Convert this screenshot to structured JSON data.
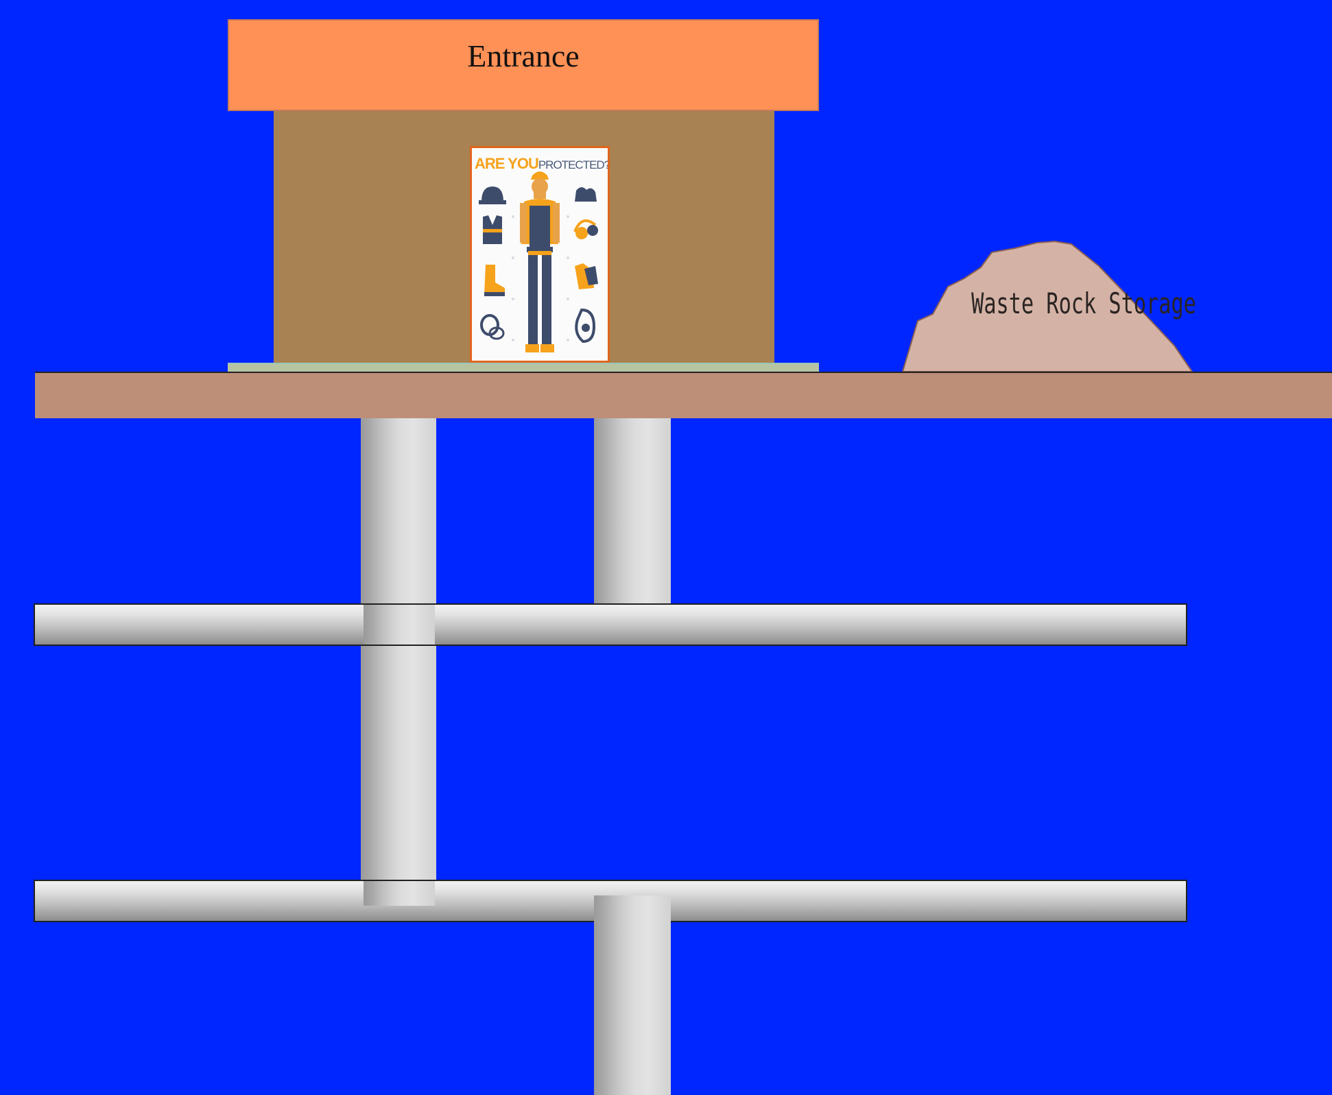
{
  "entrance": {
    "label": "Entrance"
  },
  "poster": {
    "title_highlight": "ARE YOU",
    "title_rest": "PROTECTED?"
  },
  "waste_rock": {
    "label": "Waste Rock Storage"
  },
  "colors": {
    "background": "#0026ff",
    "entrance_sign": "#ff9156",
    "building": "#a88252",
    "ground": "#bd8e78",
    "rock_pile": "#d4b3a6",
    "poster_border": "#e2651c"
  },
  "icons": [
    "hard-hat-icon",
    "safety-vest-icon",
    "safety-boot-icon",
    "safety-goggles-icon",
    "gloves-icon",
    "ear-muffs-icon",
    "work-glove-icon",
    "respirator-icon",
    "construction-worker-icon"
  ]
}
